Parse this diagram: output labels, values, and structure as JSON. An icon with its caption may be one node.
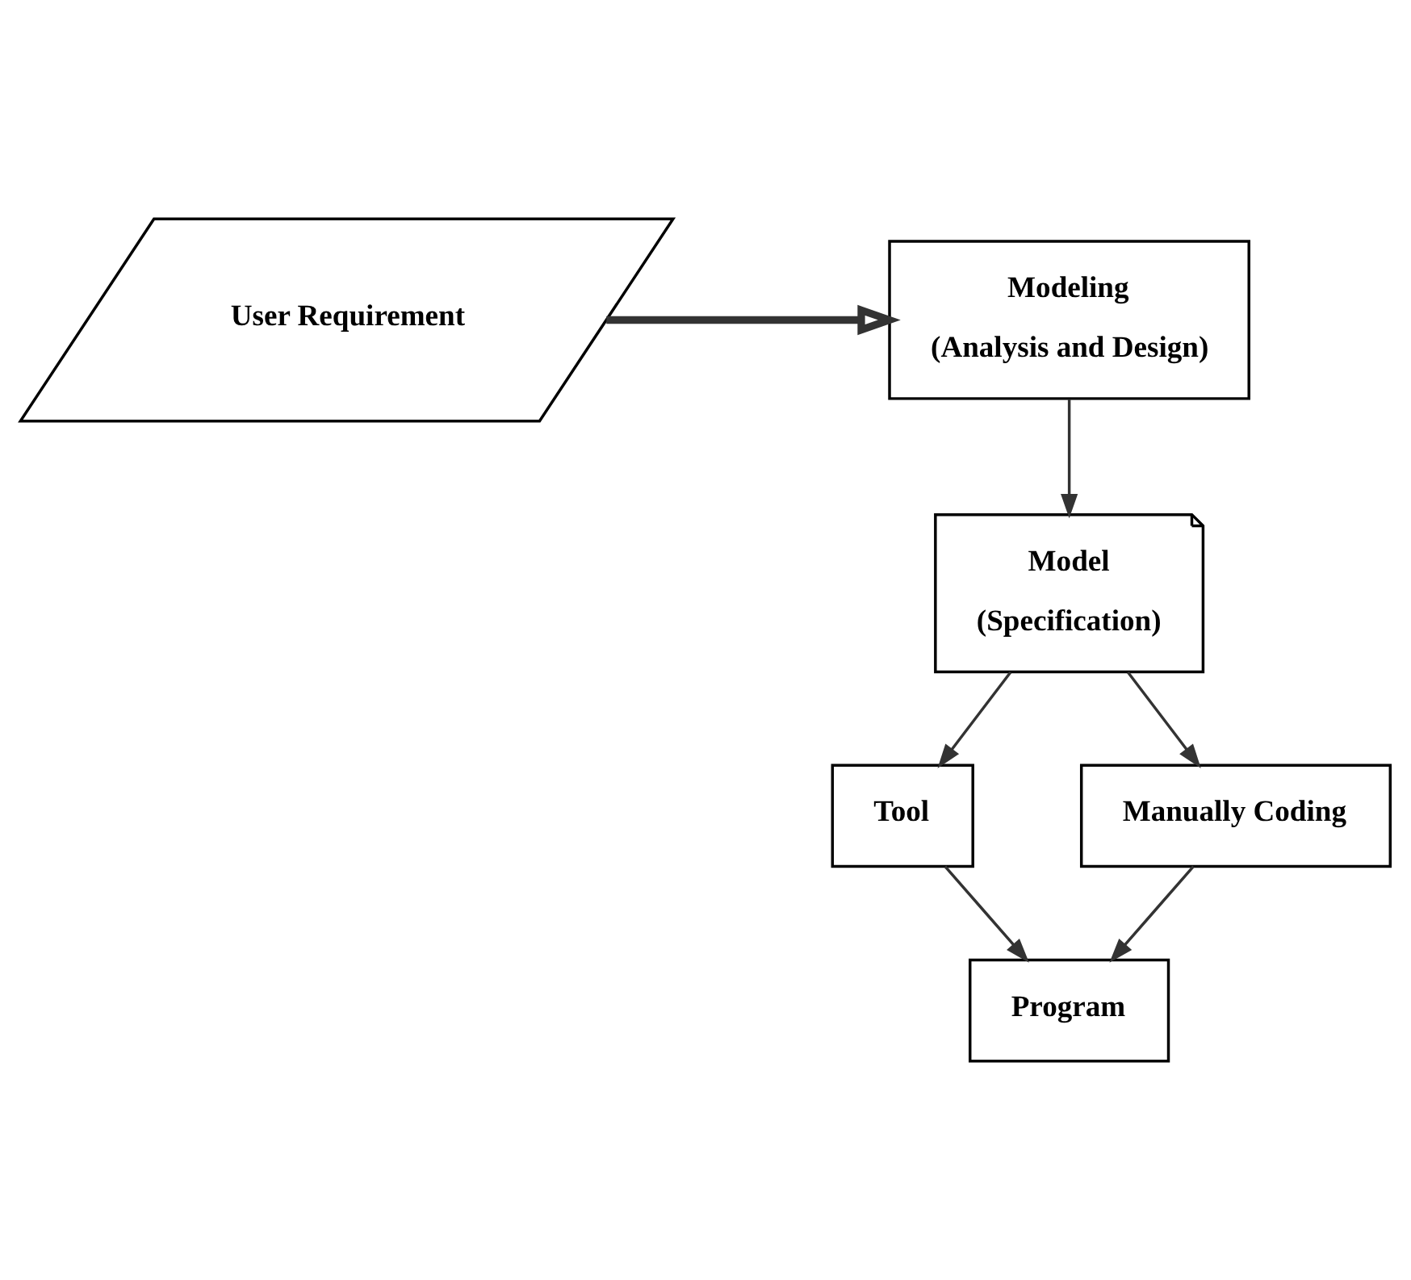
{
  "diagram": {
    "nodes": [
      {
        "text": [
          "User Requirement"
        ]
      },
      {
        "text": [
          "Modeling",
          "(Analysis and Design)"
        ]
      },
      {
        "text": [
          "Model",
          "(Specification)"
        ]
      },
      {
        "text": [
          "Tool"
        ]
      },
      {
        "text": [
          "Manually Coding"
        ]
      },
      {
        "text": [
          "Program"
        ]
      }
    ],
    "edges": [
      {
        "from": 0,
        "to": 1,
        "arrow": "to",
        "style": "thick"
      },
      {
        "from": 1,
        "to": 2,
        "arrow": "to"
      },
      {
        "from": 2,
        "to": 3,
        "arrow": "to"
      },
      {
        "from": 2,
        "to": 4,
        "arrow": "to"
      },
      {
        "from": 3,
        "to": 5,
        "arrow": "to"
      },
      {
        "from": 4,
        "to": 5,
        "arrow": "to"
      }
    ]
  }
}
